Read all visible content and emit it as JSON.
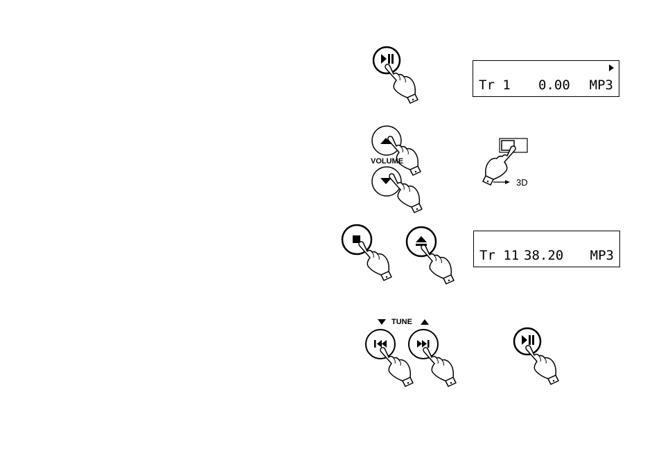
{
  "display1": {
    "track": "Tr 1",
    "time": "0.00",
    "format": "MP3",
    "indicator_icon": "play-triangle-icon"
  },
  "display2": {
    "track": "Tr 11",
    "time": "38.20",
    "format": "MP3"
  },
  "labels": {
    "volume": "VOLUME",
    "tune": "TUNE",
    "three_d": "3D"
  },
  "icons": [
    "play-pause-button-icon",
    "volume-up-button-icon",
    "volume-down-button-icon",
    "3d-switch-icon",
    "stop-button-icon",
    "eject-button-icon",
    "skip-back-button-icon",
    "skip-forward-button-icon",
    "pointing-hand-icon"
  ]
}
